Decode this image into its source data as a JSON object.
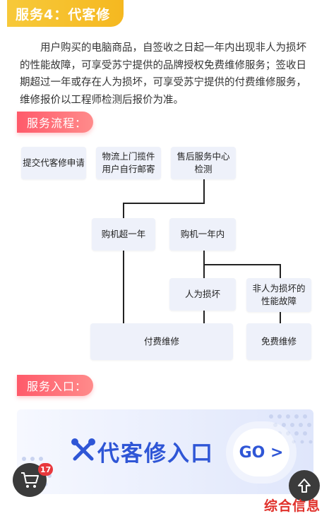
{
  "header": {
    "title": "服务4：代客修"
  },
  "intro": "用户购买的电脑商品，自签收之日起一年内出现非人为损坏的性能故障，可享受苏宁提供的品牌授权免费维修服务；签收日期超过一年或存在人为损坏，可享受苏宁提供的付费维修服务，维修报价以工程师检测后报价为准。",
  "process": {
    "title": "服务流程：",
    "steps": {
      "submit": "提交代客修申请",
      "logistics": "物流上门揽件\n用户自行邮寄",
      "service_center": "售后服务中心\n检测",
      "over_one_year": "购机超一年",
      "within_one_year": "购机一年内",
      "human_damage": "人为损坏",
      "non_human": "非人为损坏的\n性能故障",
      "paid_repair": "付费维修",
      "free_repair": "免费维修"
    }
  },
  "entry": {
    "title": "服务入口：",
    "banner_title": "代客修入口",
    "go_label": "GO >"
  },
  "cart": {
    "count": "17"
  },
  "watermark": "综合信息",
  "colors": {
    "accent_yellow": "#f5b820",
    "pill_red": "#ff5a6a",
    "brand_blue": "#2f56d6"
  }
}
